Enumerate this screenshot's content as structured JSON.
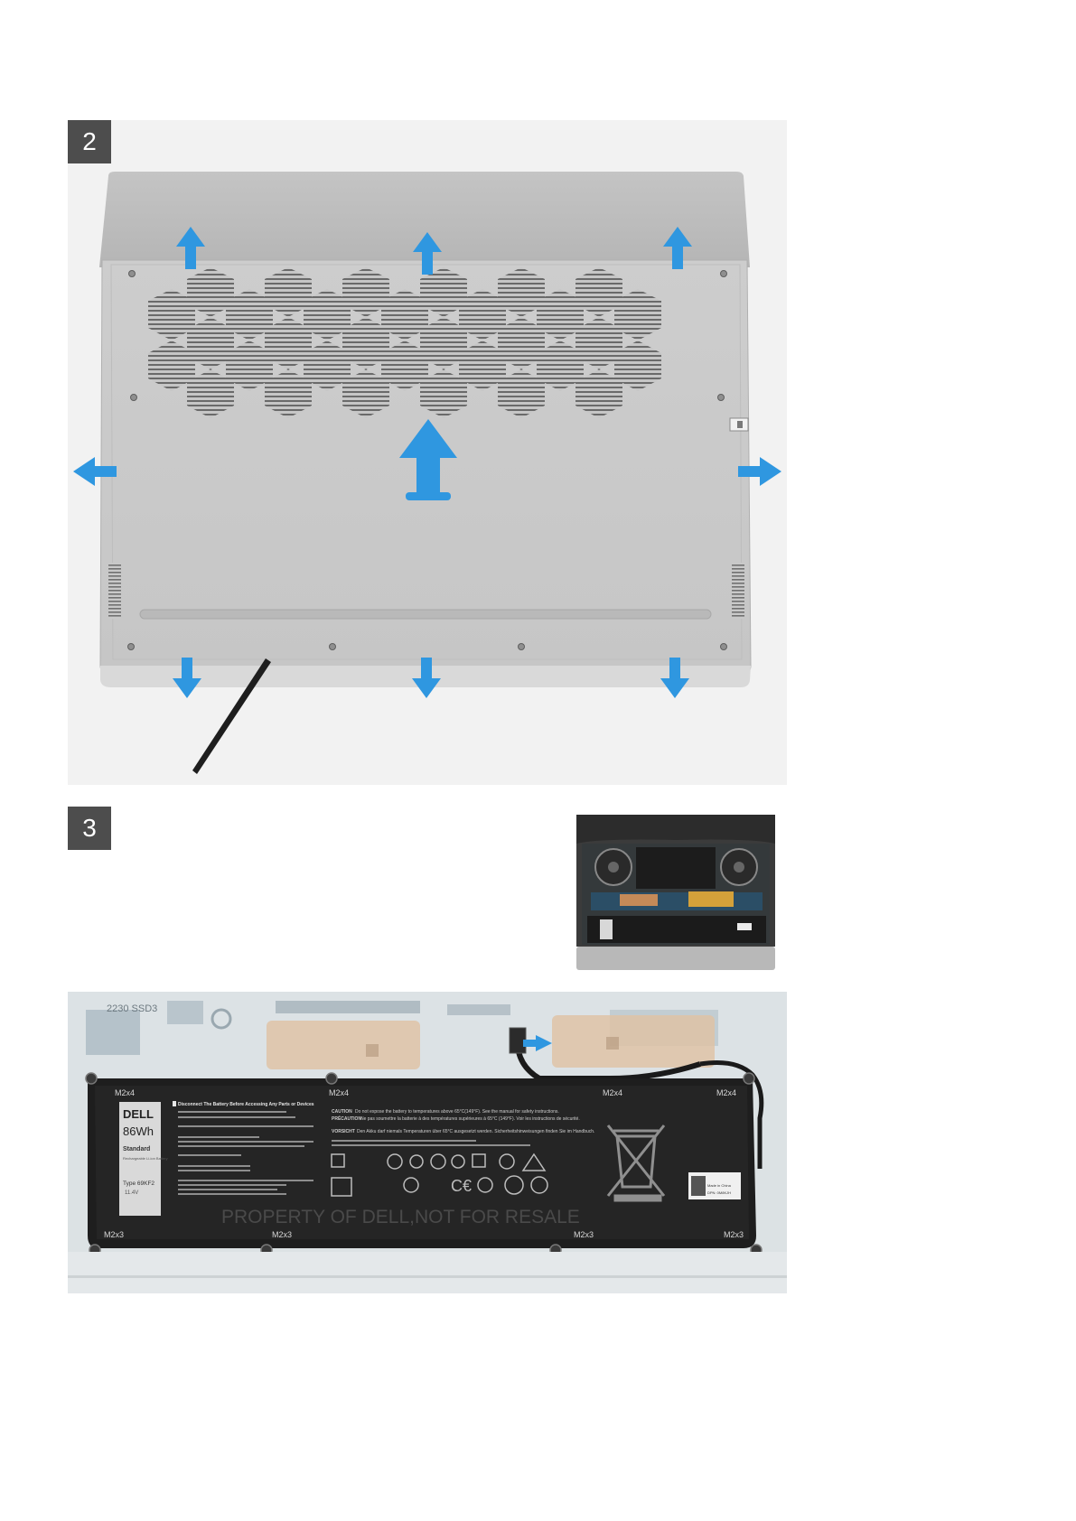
{
  "steps": [
    {
      "number": "2"
    },
    {
      "number": "3"
    }
  ],
  "screw_labels": {
    "top": [
      "M2x4",
      "M2x4",
      "M2x4",
      "M2x4"
    ],
    "bottom": [
      "M2x3",
      "M2x3",
      "M2x3",
      "M2x3"
    ]
  },
  "board_label": "2230 SSD3",
  "battery": {
    "brand": "DELL",
    "capacity": "86Wh",
    "standard_title": "Standard",
    "standard_sub": "Rechargeable Li-ion Battery",
    "type": "Type 69KF2",
    "voltage": "11.4V",
    "warning_header": "Disconnect The Battery Before Accessing Any Parts or Devices",
    "caution_label": "CAUTION",
    "caution_text": "Do not expose the battery to temperatures above 65°C(149°F). See the manual for safety instructions.",
    "precaution_label": "PRÉCAUTION",
    "precaution_text": "Ne pas soumettre la batterie à des températures supérieures à 65°C (149°F). Voir les instructions de sécurité.",
    "vorsicht_label": "VORSICHT",
    "vorsicht_text": "Den Akku darf niemals Temperaturen über 65°C ausgesetzt werden. Sicherheitshinweisungen finden Sie im Handbuch.",
    "property_text": "PROPERTY OF DELL,NOT FOR RESALE",
    "label_made": "Made in China",
    "label_dpn": "DPN: 0M8KJH"
  },
  "colors": {
    "arrow": "#2f97e0",
    "badge": "#4d4d4d",
    "panel": "#f2f2f2",
    "cover": "#c8c8c8",
    "battery": "#1e1e1e"
  }
}
